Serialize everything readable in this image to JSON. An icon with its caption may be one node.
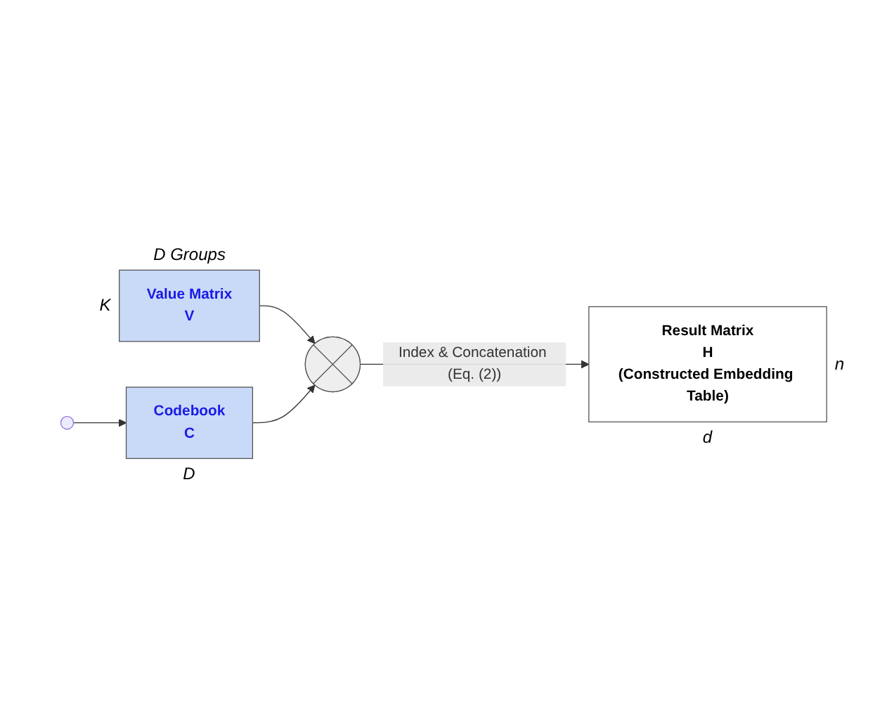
{
  "diagram": {
    "nodes": [
      {
        "text": [
          "Value Matrix",
          "V"
        ],
        "beside": [
          "D Groups",
          "K"
        ]
      },
      {
        "text": [
          "Codebook",
          "C"
        ],
        "beside": [
          "D"
        ]
      },
      {
        "text": [],
        "shape": "circle"
      },
      {
        "text": [
          "Result Matrix",
          "H",
          "(Constructed Embedding Table)"
        ],
        "beside": [
          "n",
          "d"
        ]
      }
    ],
    "edges": [
      {
        "from": null,
        "to": 1,
        "arrow": "to"
      },
      {
        "from": 0,
        "to": 2,
        "arrow": "to"
      },
      {
        "from": 1,
        "to": 2,
        "arrow": "to"
      },
      {
        "from": 2,
        "to": 3,
        "arrow": "to",
        "label": "Index & Concatenation (Eq. (2))"
      }
    ]
  }
}
